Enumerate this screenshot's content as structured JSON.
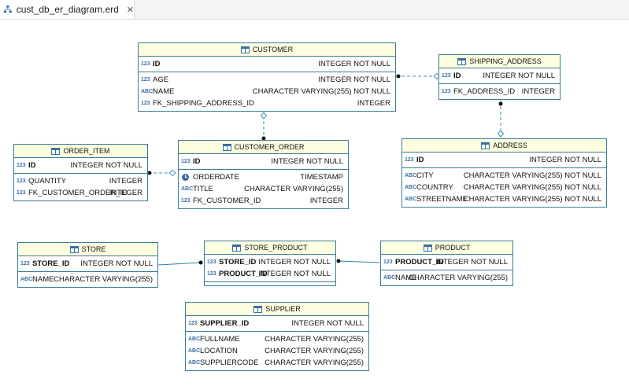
{
  "tab": {
    "label": "cust_db_er_diagram.erd",
    "close": "✕"
  },
  "entities": {
    "customer": {
      "name": "CUSTOMER",
      "pk": [
        {
          "name": "ID",
          "type": "INTEGER NOT NULL",
          "icon": "123"
        }
      ],
      "cols": [
        {
          "name": "AGE",
          "type": "INTEGER NOT NULL",
          "icon": "123"
        },
        {
          "name": "NAME",
          "type": "CHARACTER VARYING(255) NOT NULL",
          "icon": "ABC"
        },
        {
          "name": "FK_SHIPPING_ADDRESS_ID",
          "type": "INTEGER",
          "icon": "123"
        }
      ]
    },
    "shipping_address": {
      "name": "SHIPPING_ADDRESS",
      "pk": [
        {
          "name": "ID",
          "type": "INTEGER NOT NULL",
          "icon": "123"
        }
      ],
      "cols": [
        {
          "name": "FK_ADDRESS_ID",
          "type": "INTEGER",
          "icon": "123"
        }
      ]
    },
    "order_item": {
      "name": "ORDER_ITEM",
      "pk": [
        {
          "name": "ID",
          "type": "INTEGER NOT NULL",
          "icon": "123"
        }
      ],
      "cols": [
        {
          "name": "QUANTITY",
          "type": "INTEGER",
          "icon": "123"
        },
        {
          "name": "FK_CUSTOMER_ORDER_ID",
          "type": "INTEGER",
          "icon": "123"
        }
      ]
    },
    "customer_order": {
      "name": "CUSTOMER_ORDER",
      "pk": [
        {
          "name": "ID",
          "type": "INTEGER NOT NULL",
          "icon": "123"
        }
      ],
      "cols": [
        {
          "name": "ORDERDATE",
          "type": "TIMESTAMP",
          "icon": "clock"
        },
        {
          "name": "TITLE",
          "type": "CHARACTER VARYING(255)",
          "icon": "ABC"
        },
        {
          "name": "FK_CUSTOMER_ID",
          "type": "INTEGER",
          "icon": "123"
        }
      ]
    },
    "address": {
      "name": "ADDRESS",
      "pk": [
        {
          "name": "ID",
          "type": "INTEGER NOT NULL",
          "icon": "123"
        }
      ],
      "cols": [
        {
          "name": "CITY",
          "type": "CHARACTER VARYING(255) NOT NULL",
          "icon": "ABC"
        },
        {
          "name": "COUNTRY",
          "type": "CHARACTER VARYING(255) NOT NULL",
          "icon": "ABC"
        },
        {
          "name": "STREETNAME",
          "type": "CHARACTER VARYING(255) NOT NULL",
          "icon": "ABC"
        }
      ]
    },
    "store": {
      "name": "STORE",
      "pk": [
        {
          "name": "STORE_ID",
          "type": "INTEGER NOT NULL",
          "icon": "123"
        }
      ],
      "cols": [
        {
          "name": "NAME",
          "type": "CHARACTER VARYING(255)",
          "icon": "ABC"
        }
      ]
    },
    "store_product": {
      "name": "STORE_PRODUCT",
      "pk": [
        {
          "name": "STORE_ID",
          "type": "INTEGER NOT NULL",
          "icon": "123"
        },
        {
          "name": "PRODUCT_ID",
          "type": "INTEGER NOT NULL",
          "icon": "123"
        }
      ],
      "cols": []
    },
    "product": {
      "name": "PRODUCT",
      "pk": [
        {
          "name": "PRODUCT_ID",
          "type": "INTEGER NOT NULL",
          "icon": "123"
        }
      ],
      "cols": [
        {
          "name": "NAME",
          "type": "CHARACTER VARYING(255)",
          "icon": "ABC"
        }
      ]
    },
    "supplier": {
      "name": "SUPPLIER",
      "pk": [
        {
          "name": "SUPPLIER_ID",
          "type": "INTEGER NOT NULL",
          "icon": "123"
        }
      ],
      "cols": [
        {
          "name": "FULLNAME",
          "type": "CHARACTER VARYING(255)",
          "icon": "ABC"
        },
        {
          "name": "LOCATION",
          "type": "CHARACTER VARYING(255)",
          "icon": "ABC"
        },
        {
          "name": "SUPPLIERCODE",
          "type": "CHARACTER VARYING(255)",
          "icon": "ABC"
        }
      ]
    }
  },
  "colors": {
    "border": "#3a7d96",
    "header": "#fdfde0",
    "link": "#3a8fb0",
    "iconBlue": "#3a6ea5"
  }
}
